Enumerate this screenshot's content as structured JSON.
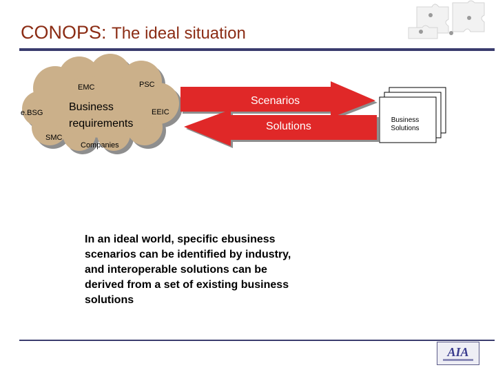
{
  "slide": {
    "title_main": "CONOPS:",
    "title_sub": "The ideal situation"
  },
  "cloud": {
    "labels": {
      "emc": "EMC",
      "psc": "PSC",
      "ebsg": "e.BSG",
      "eeic": "EEIC",
      "smc": "SMC",
      "companies": "Companies"
    },
    "center_line1": "Business",
    "center_line2": "requirements"
  },
  "arrows": {
    "scenarios": "Scenarios",
    "solutions": "Solutions"
  },
  "documents": {
    "label_line1": "Business",
    "label_line2": "Solutions"
  },
  "caption": {
    "lines": [
      "In an ideal world, specific ebusiness",
      "scenarios can be identified by industry,",
      "and interoperable solutions can be",
      "derived from a set of existing business",
      "solutions"
    ]
  },
  "logo": {
    "text": "AIA"
  },
  "colors": {
    "title": "#8b2c14",
    "rule": "#3a3c6e",
    "cloud_fill": "#cbb08a",
    "cloud_shadow": "#8e8e8e",
    "arrow_red": "#e02828"
  }
}
